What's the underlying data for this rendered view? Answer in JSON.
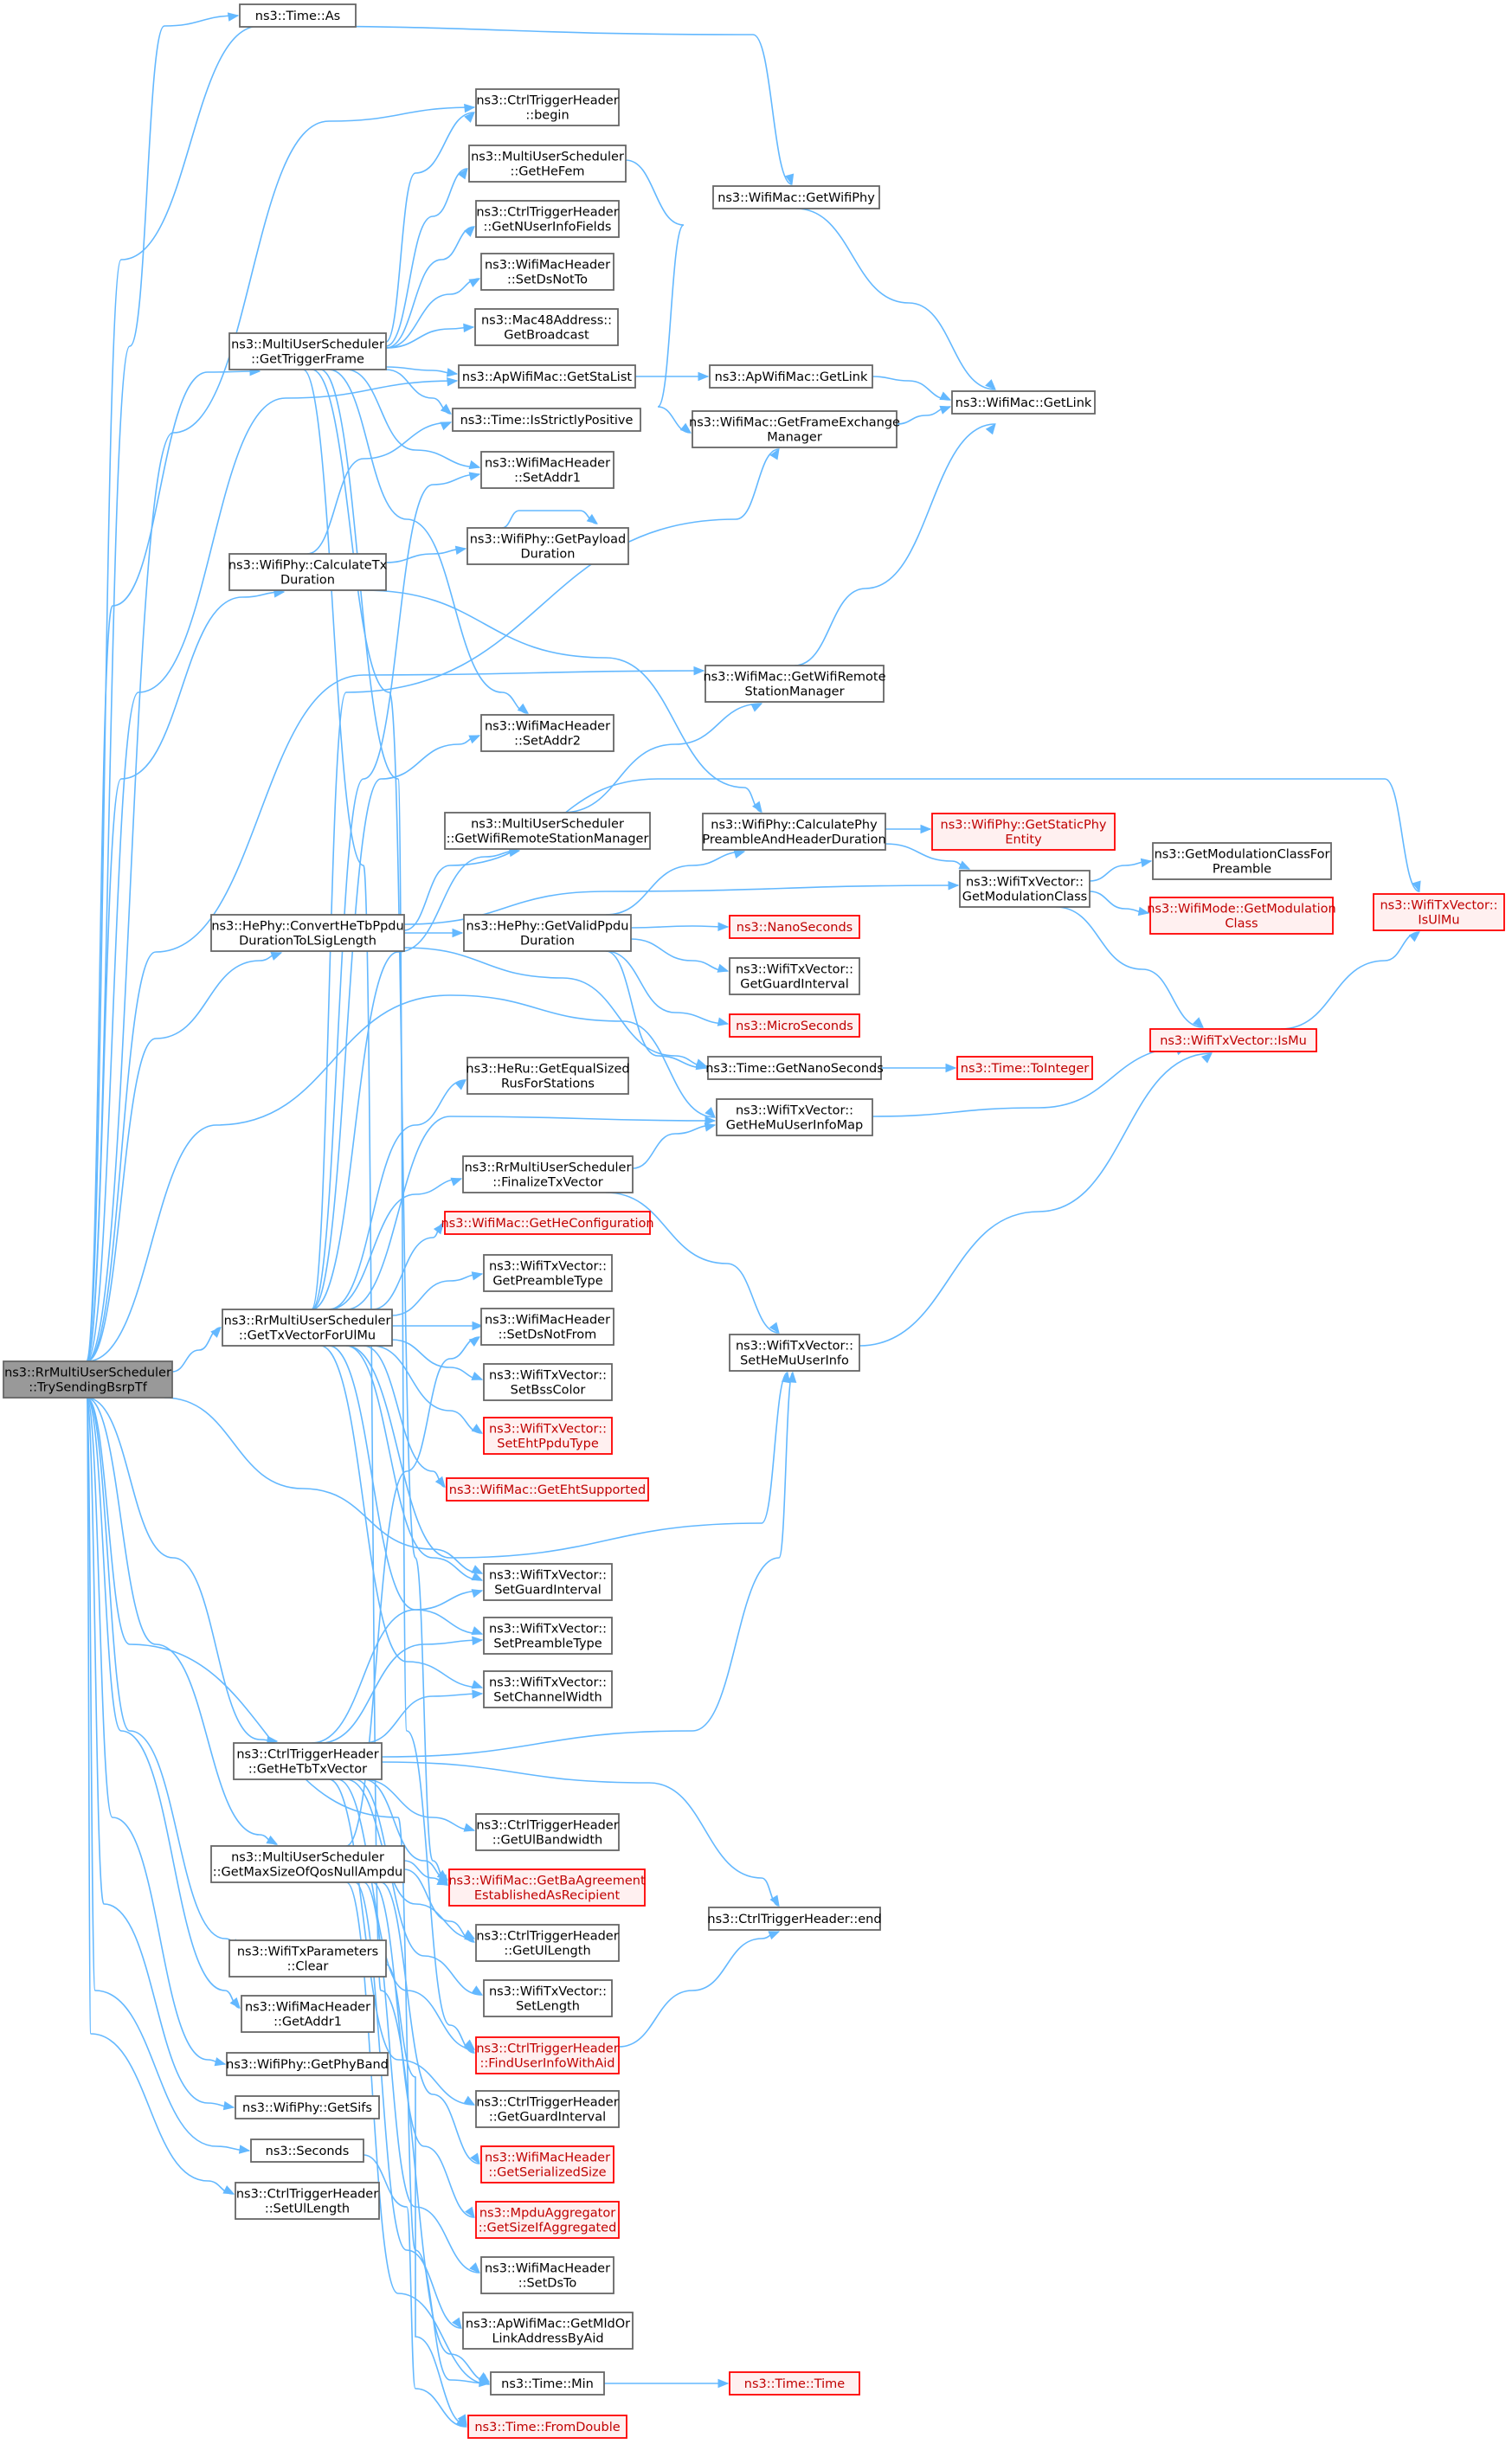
{
  "colors": {
    "edge": "#63b8ff",
    "node_border": "#666666",
    "node_fill": "#ffffff",
    "missing_border": "#ff0000",
    "missing_fill": "#fff0f0",
    "missing_text": "#c00000",
    "root_fill": "#999999"
  },
  "nodes": [
    {
      "id": "root",
      "lines": [
        "ns3::RrMultiUserScheduler",
        "::TrySendingBsrpTf"
      ],
      "style": "root"
    },
    {
      "id": "time_as",
      "lines": [
        "ns3::Time::As"
      ],
      "style": "normal"
    },
    {
      "id": "ctrl_begin",
      "lines": [
        "ns3::CtrlTriggerHeader",
        "::begin"
      ],
      "style": "normal"
    },
    {
      "id": "mus_gethefem",
      "lines": [
        "ns3::MultiUserScheduler",
        "::GetHeFem"
      ],
      "style": "normal"
    },
    {
      "id": "ctrl_getnuser",
      "lines": [
        "ns3::CtrlTriggerHeader",
        "::GetNUserInfoFields"
      ],
      "style": "normal"
    },
    {
      "id": "wmh_setdsnotto",
      "lines": [
        "ns3::WifiMacHeader",
        "::SetDsNotTo"
      ],
      "style": "normal"
    },
    {
      "id": "mac48_getbroadcast",
      "lines": [
        "ns3::Mac48Address::",
        "GetBroadcast"
      ],
      "style": "normal"
    },
    {
      "id": "apwifimac_getstalist",
      "lines": [
        "ns3::ApWifiMac::GetStaList"
      ],
      "style": "normal"
    },
    {
      "id": "time_isstrictlypositive",
      "lines": [
        "ns3::Time::IsStrictlyPositive"
      ],
      "style": "normal"
    },
    {
      "id": "wmh_setaddr1",
      "lines": [
        "ns3::WifiMacHeader",
        "::SetAddr1"
      ],
      "style": "normal"
    },
    {
      "id": "wifiphy_getpayload",
      "lines": [
        "ns3::WifiPhy::GetPayload",
        "Duration"
      ],
      "style": "normal"
    },
    {
      "id": "wmh_setaddr2",
      "lines": [
        "ns3::WifiMacHeader",
        "::SetAddr2"
      ],
      "style": "normal"
    },
    {
      "id": "mus_getwrsm",
      "lines": [
        "ns3::MultiUserScheduler",
        "::GetWifiRemoteStationManager"
      ],
      "style": "normal"
    },
    {
      "id": "herus_getequal",
      "lines": [
        "ns3::HeRu::GetEqualSized",
        "RusForStations"
      ],
      "style": "normal"
    },
    {
      "id": "rrmus_finalize",
      "lines": [
        "ns3::RrMultiUserScheduler",
        "::FinalizeTxVector"
      ],
      "style": "normal"
    },
    {
      "id": "wifimac_gethecfg",
      "lines": [
        "ns3::WifiMac::GetHeConfiguration"
      ],
      "style": "missing"
    },
    {
      "id": "wtv_getpreambletype",
      "lines": [
        "ns3::WifiTxVector::",
        "GetPreambleType"
      ],
      "style": "normal"
    },
    {
      "id": "wmh_setdsnotfrom",
      "lines": [
        "ns3::WifiMacHeader",
        "::SetDsNotFrom"
      ],
      "style": "normal"
    },
    {
      "id": "wtv_setbsscolor",
      "lines": [
        "ns3::WifiTxVector::",
        "SetBssColor"
      ],
      "style": "normal"
    },
    {
      "id": "wtv_setehtppdutype",
      "lines": [
        "ns3::WifiTxVector::",
        "SetEhtPpduType"
      ],
      "style": "missing"
    },
    {
      "id": "wifimac_getehtsupported",
      "lines": [
        "ns3::WifiMac::GetEhtSupported"
      ],
      "style": "missing"
    },
    {
      "id": "wtv_setguardinterval",
      "lines": [
        "ns3::WifiTxVector::",
        "SetGuardInterval"
      ],
      "style": "normal"
    },
    {
      "id": "wtv_setpreambletype",
      "lines": [
        "ns3::WifiTxVector::",
        "SetPreambleType"
      ],
      "style": "normal"
    },
    {
      "id": "wtv_setchannelwidth",
      "lines": [
        "ns3::WifiTxVector::",
        "SetChannelWidth"
      ],
      "style": "normal"
    },
    {
      "id": "ctrl_getulbandwidth",
      "lines": [
        "ns3::CtrlTriggerHeader",
        "::GetUlBandwidth"
      ],
      "style": "normal"
    },
    {
      "id": "wifimac_getbaagreement",
      "lines": [
        "ns3::WifiMac::GetBaAgreement",
        "EstablishedAsRecipient"
      ],
      "style": "missing"
    },
    {
      "id": "ctrl_getullength",
      "lines": [
        "ns3::CtrlTriggerHeader",
        "::GetUlLength"
      ],
      "style": "normal"
    },
    {
      "id": "wtv_setlength",
      "lines": [
        "ns3::WifiTxVector::",
        "SetLength"
      ],
      "style": "normal"
    },
    {
      "id": "ctrl_finduserinfo",
      "lines": [
        "ns3::CtrlTriggerHeader",
        "::FindUserInfoWithAid"
      ],
      "style": "missing"
    },
    {
      "id": "ctrl_getguardinterval",
      "lines": [
        "ns3::CtrlTriggerHeader",
        "::GetGuardInterval"
      ],
      "style": "normal"
    },
    {
      "id": "wmh_getserializedsize",
      "lines": [
        "ns3::WifiMacHeader",
        "::GetSerializedSize"
      ],
      "style": "missing"
    },
    {
      "id": "mpduagg_getsize",
      "lines": [
        "ns3::MpduAggregator",
        "::GetSizeIfAggregated"
      ],
      "style": "missing"
    },
    {
      "id": "wmh_setdsto",
      "lines": [
        "ns3::WifiMacHeader",
        "::SetDsTo"
      ],
      "style": "normal"
    },
    {
      "id": "apwifimac_getmld",
      "lines": [
        "ns3::ApWifiMac::GetMldOr",
        "LinkAddressByAid"
      ],
      "style": "normal"
    },
    {
      "id": "time_min",
      "lines": [
        "ns3::Time::Min"
      ],
      "style": "normal"
    },
    {
      "id": "time_fromdouble",
      "lines": [
        "ns3::Time::FromDouble"
      ],
      "style": "missing"
    },
    {
      "id": "mus_gettriggerframe",
      "lines": [
        "ns3::MultiUserScheduler",
        "::GetTriggerFrame"
      ],
      "style": "normal"
    },
    {
      "id": "wifiphy_calctx",
      "lines": [
        "ns3::WifiPhy::CalculateTx",
        "Duration"
      ],
      "style": "normal"
    },
    {
      "id": "hephy_convert",
      "lines": [
        "ns3::HePhy::ConvertHeTbPpdu",
        "DurationToLSigLength"
      ],
      "style": "normal"
    },
    {
      "id": "rrmus_gettxvector",
      "lines": [
        "ns3::RrMultiUserScheduler",
        "::GetTxVectorForUlMu"
      ],
      "style": "normal"
    },
    {
      "id": "ctrl_gethetbtx",
      "lines": [
        "ns3::CtrlTriggerHeader",
        "::GetHeTbTxVector"
      ],
      "style": "normal"
    },
    {
      "id": "mus_getmaxsize",
      "lines": [
        "ns3::MultiUserScheduler",
        "::GetMaxSizeOfQosNullAmpdu"
      ],
      "style": "normal"
    },
    {
      "id": "wtxparams_clear",
      "lines": [
        "ns3::WifiTxParameters",
        "::Clear"
      ],
      "style": "normal"
    },
    {
      "id": "wmh_getaddr1",
      "lines": [
        "ns3::WifiMacHeader",
        "::GetAddr1"
      ],
      "style": "normal"
    },
    {
      "id": "wifiphy_getphyband",
      "lines": [
        "ns3::WifiPhy::GetPhyBand"
      ],
      "style": "normal"
    },
    {
      "id": "wifiphy_getsifs",
      "lines": [
        "ns3::WifiPhy::GetSifs"
      ],
      "style": "normal"
    },
    {
      "id": "seconds",
      "lines": [
        "ns3::Seconds"
      ],
      "style": "normal"
    },
    {
      "id": "ctrl_setullength",
      "lines": [
        "ns3::CtrlTriggerHeader",
        "::SetUlLength"
      ],
      "style": "normal"
    },
    {
      "id": "hephy_getvalid",
      "lines": [
        "ns3::HePhy::GetValidPpdu",
        "Duration"
      ],
      "style": "normal"
    },
    {
      "id": "wifimac_getwifiphy",
      "lines": [
        "ns3::WifiMac::GetWifiPhy"
      ],
      "style": "normal"
    },
    {
      "id": "apwifimac_getlink",
      "lines": [
        "ns3::ApWifiMac::GetLink"
      ],
      "style": "normal"
    },
    {
      "id": "wifimac_getframeexch",
      "lines": [
        "ns3::WifiMac::GetFrameExchange",
        "Manager"
      ],
      "style": "normal"
    },
    {
      "id": "wifimac_getwrsm",
      "lines": [
        "ns3::WifiMac::GetWifiRemote",
        "StationManager"
      ],
      "style": "normal"
    },
    {
      "id": "wifiphy_calcpreamble",
      "lines": [
        "ns3::WifiPhy::CalculatePhy",
        "PreambleAndHeaderDuration"
      ],
      "style": "normal"
    },
    {
      "id": "nanoseconds",
      "lines": [
        "ns3::NanoSeconds"
      ],
      "style": "missing"
    },
    {
      "id": "wtv_getguardinterval",
      "lines": [
        "ns3::WifiTxVector::",
        "GetGuardInterval"
      ],
      "style": "normal"
    },
    {
      "id": "microseconds",
      "lines": [
        "ns3::MicroSeconds"
      ],
      "style": "missing"
    },
    {
      "id": "time_getnanoseconds",
      "lines": [
        "ns3::Time::GetNanoSeconds"
      ],
      "style": "normal"
    },
    {
      "id": "wtv_gethemuuserinfomap",
      "lines": [
        "ns3::WifiTxVector::",
        "GetHeMuUserInfoMap"
      ],
      "style": "normal"
    },
    {
      "id": "wtv_sethemuuserinfo",
      "lines": [
        "ns3::WifiTxVector::",
        "SetHeMuUserInfo"
      ],
      "style": "normal"
    },
    {
      "id": "ctrl_end",
      "lines": [
        "ns3::CtrlTriggerHeader::end"
      ],
      "style": "normal"
    },
    {
      "id": "time_time",
      "lines": [
        "ns3::Time::Time"
      ],
      "style": "missing"
    },
    {
      "id": "wifimac_getlink",
      "lines": [
        "ns3::WifiMac::GetLink"
      ],
      "style": "normal"
    },
    {
      "id": "wifiphy_getstaticphy",
      "lines": [
        "ns3::WifiPhy::GetStaticPhy",
        "Entity"
      ],
      "style": "missing"
    },
    {
      "id": "wtv_getmodclass",
      "lines": [
        "ns3::WifiTxVector::",
        "GetModulationClass"
      ],
      "style": "normal"
    },
    {
      "id": "time_tointeger",
      "lines": [
        "ns3::Time::ToInteger"
      ],
      "style": "missing"
    },
    {
      "id": "getmodclassforpreamble",
      "lines": [
        "ns3::GetModulationClassFor",
        "Preamble"
      ],
      "style": "normal"
    },
    {
      "id": "wifimode_getmodclass",
      "lines": [
        "ns3::WifiMode::GetModulation",
        "Class"
      ],
      "style": "missing"
    },
    {
      "id": "wtv_ismu",
      "lines": [
        "ns3::WifiTxVector::IsMu"
      ],
      "style": "missing"
    },
    {
      "id": "wtv_isulmu",
      "lines": [
        "ns3::WifiTxVector::",
        "IsUlMu"
      ],
      "style": "missing"
    }
  ]
}
